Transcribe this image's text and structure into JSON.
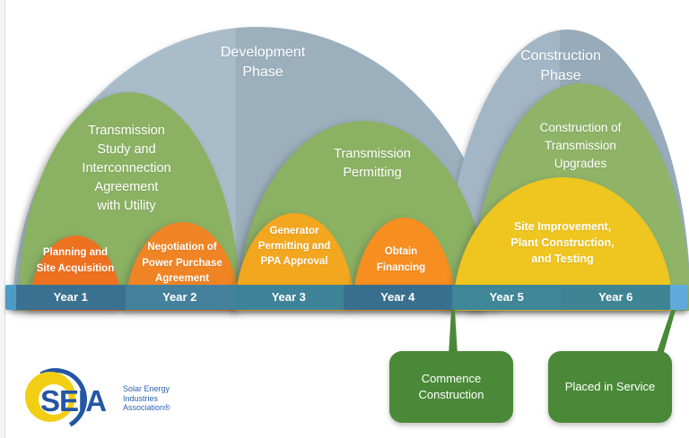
{
  "palette": {
    "phase_arc_light": "#A9BCCA",
    "phase_arc_dark": "#9BAFBD",
    "stage_green": "#8BB163",
    "activity_orange_y1": "#EE7120",
    "activity_orange_y2": "#F08424",
    "activity_amber_y3": "#F3A71F",
    "activity_orange_y4": "#F78E20",
    "activity_yellow_y56": "#EFC51F",
    "timeline_dark_blue": "#3A7190",
    "timeline_teal": "#3F8697",
    "timeline_cap_blue": "#5FAADB",
    "milestone_green": "#4A8937",
    "logo_blue": "#2456A4",
    "logo_yellow": "#F2CE14"
  },
  "phases": [
    {
      "id": "development",
      "label": "Development\nPhase",
      "years": "Year 1 - Year 4"
    },
    {
      "id": "construction",
      "label": "Construction\nPhase",
      "years": "Year 5 - Year 6"
    }
  ],
  "stages": [
    {
      "id": "transmission-study",
      "label": "Transmission\nStudy and\nInterconnection\nAgreement\nwith Utility",
      "years": "Year 1 - Year 2"
    },
    {
      "id": "transmission-permitting",
      "label": "Transmission\nPermitting",
      "years": "Year 3 - Year 4"
    },
    {
      "id": "construction-transmission-upgrades",
      "label": "Construction of\nTransmission\nUpgrades",
      "years": "Year 5 - Year 6"
    }
  ],
  "activities": [
    {
      "id": "planning-site-acquisition",
      "label": "Planning and\nSite Acquisition",
      "year": "Year 1"
    },
    {
      "id": "negotiation-ppa",
      "label": "Negotiation of\nPower Purchase\nAgreement",
      "year": "Year 2"
    },
    {
      "id": "generator-permitting",
      "label": "Generator\nPermitting and\nPPA Approval",
      "year": "Year 3"
    },
    {
      "id": "obtain-financing",
      "label": "Obtain\nFinancing",
      "year": "Year 4"
    },
    {
      "id": "site-improvement",
      "label": "Site Improvement,\nPlant Construction,\nand Testing",
      "years": "Year 5 - Year 6"
    }
  ],
  "timeline": {
    "years": [
      {
        "label": "Year 1"
      },
      {
        "label": "Year 2"
      },
      {
        "label": "Year 3"
      },
      {
        "label": "Year 4"
      },
      {
        "label": "Year 5"
      },
      {
        "label": "Year 6"
      }
    ]
  },
  "milestones": [
    {
      "id": "commence-construction",
      "label": "Commence\nConstruction",
      "attached_at": "start of Year 5"
    },
    {
      "id": "placed-in-service",
      "label": "Placed in Service",
      "attached_at": "end of Year 6"
    }
  ],
  "logo": {
    "abbr": "SEIA",
    "name": "Solar Energy\nIndustries\nAssociation®"
  }
}
